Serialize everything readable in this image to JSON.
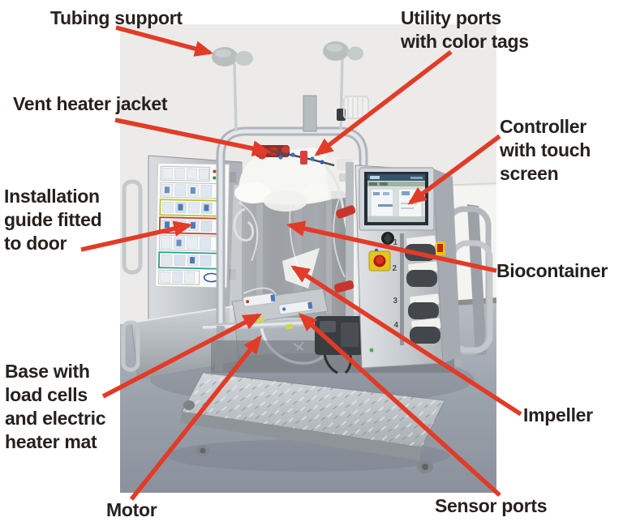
{
  "annotations": [
    {
      "id": "tubing-support",
      "text": "Tubing support"
    },
    {
      "id": "utility-ports",
      "text": "Utility ports\nwith color tags"
    },
    {
      "id": "vent-heater-jacket",
      "text": "Vent heater jacket"
    },
    {
      "id": "controller",
      "text": "Controller\nwith touch\nscreen"
    },
    {
      "id": "installation-guide",
      "text": "Installation\nguide fitted\nto door"
    },
    {
      "id": "biocontainer",
      "text": "Biocontainer"
    },
    {
      "id": "base",
      "text": "Base with\nload cells\nand electric\nheater mat"
    },
    {
      "id": "impeller",
      "text": "Impeller"
    },
    {
      "id": "motor",
      "text": "Motor"
    },
    {
      "id": "sensor-ports",
      "text": "Sensor ports"
    }
  ],
  "photo": {
    "pump_labels": [
      "1",
      "2",
      "3",
      "4"
    ]
  },
  "colors": {
    "arrow_red": "#e23b27",
    "label_text": "#27211e",
    "wall": "#ecebe9",
    "floor": "#9aa2ac",
    "steel_light": "#d9dcdf",
    "steel_dark": "#aab0b5",
    "estop_yellow": "#e5c51f",
    "estop_red": "#cc2a1a"
  }
}
